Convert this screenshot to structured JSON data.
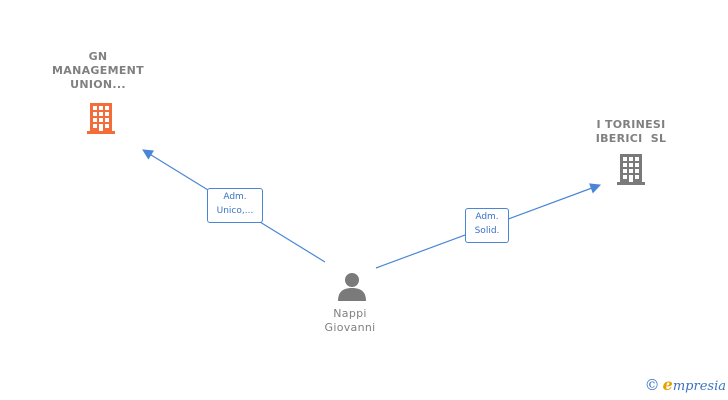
{
  "nodes": {
    "company_gn": {
      "label_lines": [
        "GN",
        "MANAGEMENT",
        "UNION..."
      ],
      "icon": "building-icon",
      "color": "#f26d3a"
    },
    "company_torinesi": {
      "label_lines": [
        "I TORINESI",
        "IBERICI  SL"
      ],
      "icon": "building-icon",
      "color": "#7a7a7a"
    },
    "person": {
      "label_lines": [
        "Nappi",
        "Giovanni"
      ],
      "icon": "person-icon",
      "color": "#7a7a7a"
    }
  },
  "edges": {
    "to_gn": {
      "label_lines": [
        "Adm.",
        "Unico,..."
      ]
    },
    "to_torinesi": {
      "label_lines": [
        "Adm.",
        "Solid."
      ]
    }
  },
  "edge_color": "#4a86d6",
  "footer": {
    "copyright_symbol": "©",
    "brand_initial": "e",
    "brand_rest": "mpresia"
  }
}
